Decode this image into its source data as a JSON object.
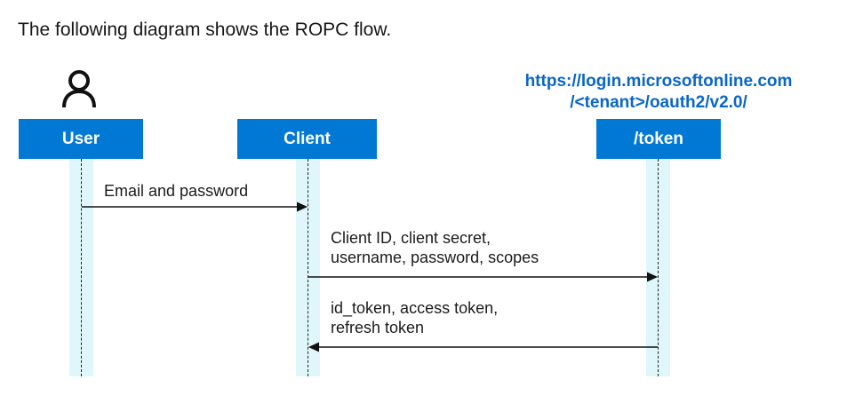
{
  "intro_text": "The following diagram shows the ROPC flow.",
  "endpoint": {
    "line1": "https://login.microsoftonline.com",
    "line2": "/<tenant>/oauth2/v2.0/"
  },
  "actors": {
    "user": "User",
    "client": "Client",
    "token": "/token"
  },
  "messages": [
    {
      "lines": [
        "Email and password"
      ],
      "from": "User",
      "to": "Client"
    },
    {
      "lines": [
        "Client ID, client secret,",
        "username, password, scopes"
      ],
      "from": "Client",
      "to": "/token"
    },
    {
      "lines": [
        "id_token, access token,",
        "refresh token"
      ],
      "from": "/token",
      "to": "Client"
    }
  ],
  "colors": {
    "actor_box": "#0078d4",
    "endpoint_text": "#0a66c8",
    "lane": "#dff6fb"
  },
  "icons": {
    "user": "person-icon"
  }
}
